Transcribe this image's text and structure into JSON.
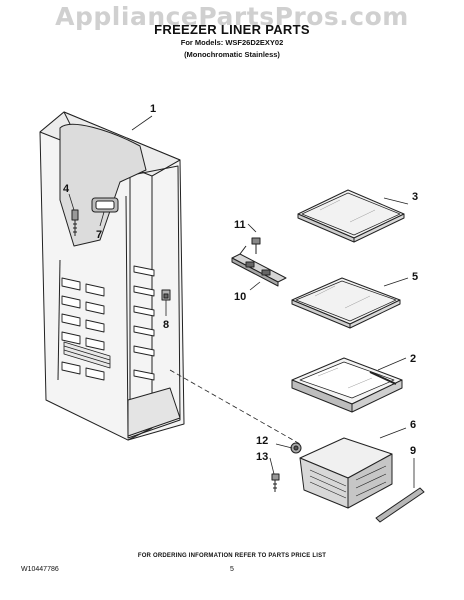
{
  "watermark": "AppliancePartsPros.com",
  "header": {
    "title": "FREEZER LINER PARTS",
    "models": "For Models: WSF26D2EXY02",
    "subtitle": "(Monochromatic Stainless)"
  },
  "callouts": {
    "c1": "1",
    "c2": "2",
    "c3": "3",
    "c4": "4",
    "c5": "5",
    "c6": "6",
    "c7": "7",
    "c8": "8",
    "c9": "9",
    "c10": "10",
    "c11": "11",
    "c12": "12",
    "c13": "13"
  },
  "footer": {
    "note": "FOR ORDERING INFORMATION REFER TO PARTS PRICE LIST",
    "doc_number": "W10447786",
    "page_number": "5"
  }
}
